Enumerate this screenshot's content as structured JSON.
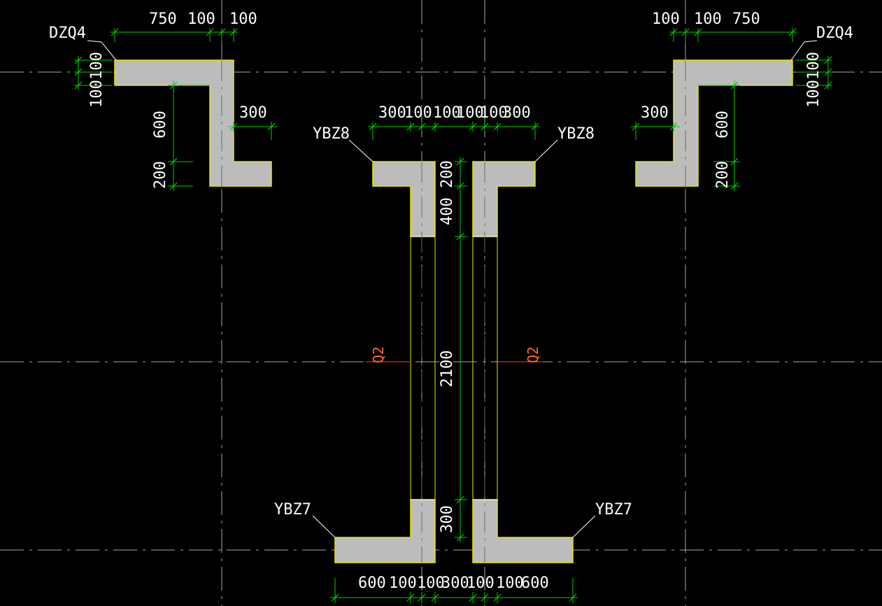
{
  "colors": {
    "background": "#000000",
    "wall_fill": "#bcbcbc",
    "wall_edge": "#e6e600",
    "dimension": "#00d000",
    "axis": "#a8a8a8",
    "text": "#ffffff",
    "section_tag": "#ff6a2a",
    "leader": "#ffffff"
  },
  "labels": {
    "dzq4_left": "DZQ4",
    "dzq4_right": "DZQ4",
    "ybz8_left": "YBZ8",
    "ybz8_right": "YBZ8",
    "ybz7_left": "YBZ7",
    "ybz7_right": "YBZ7",
    "q2_left": "Q2",
    "q2_right": "Q2"
  },
  "dimensions": {
    "tl_750": "750",
    "tl_100a": "100",
    "tl_100b": "100",
    "tl_v100a": "100",
    "tl_v100b": "100",
    "tl_300": "300",
    "tl_600": "600",
    "tl_200": "200",
    "tr_100a": "100",
    "tr_100b": "100",
    "tr_750": "750",
    "tr_v100a": "100",
    "tr_v100b": "100",
    "tr_300": "300",
    "tr_600": "600",
    "tr_200": "200",
    "top_300a": "300",
    "top_100a": "100",
    "top_100b": "100",
    "top_100c": "100",
    "top_100d": "100",
    "top_300b": "300",
    "mid_200": "200",
    "mid_400": "400",
    "mid_2100": "2100",
    "mid_300": "300",
    "bot_600a": "600",
    "bot_100a": "100",
    "bot_100b": "100",
    "bot_300": "300",
    "bot_100c": "100",
    "bot_100d": "100",
    "bot_600b": "600"
  }
}
